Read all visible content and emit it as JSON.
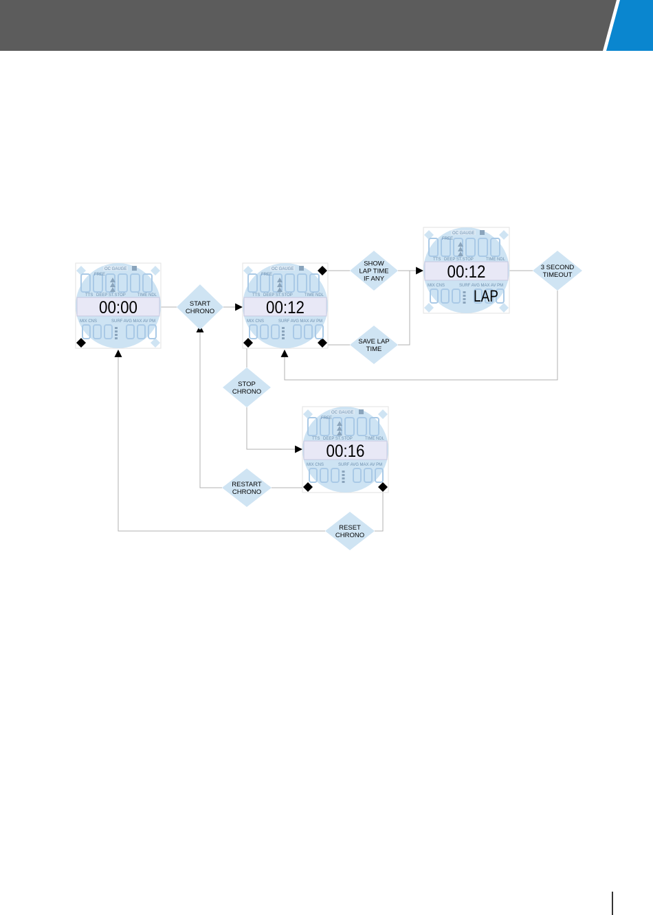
{
  "colors": {
    "header_bg": "#5c5c5c",
    "header_accent": "#0a86cf",
    "node_fill": "#cfe4f3",
    "watch_face": "#cde3f3",
    "watch_band": "#e8e8f6",
    "segment_ghost": "#a9c9e6",
    "line": "#b0b0b0",
    "text": "#000000"
  },
  "watches": [
    {
      "id": "w1",
      "time": "00:00",
      "lap": ""
    },
    {
      "id": "w2",
      "time": "00:12",
      "lap": ""
    },
    {
      "id": "w3",
      "time": "00:12",
      "lap": "LAP"
    },
    {
      "id": "w4",
      "time": "00:16",
      "lap": ""
    }
  ],
  "lcd_labels": {
    "oc_gauge": "OC GAUGE",
    "free": "FREE",
    "tts": "TTS",
    "deep_stop": "DEEP ST.STOP",
    "time_ndl": "TIME NDL",
    "mix_cns": "MIX CNS",
    "surf_max": "SURF AVG MAX AV PM"
  },
  "decisions": [
    {
      "id": "start-chrono",
      "lines": [
        "START",
        "CHRONO"
      ]
    },
    {
      "id": "show-lap-time",
      "lines": [
        "SHOW",
        "LAP TIME",
        "IF ANY"
      ]
    },
    {
      "id": "save-lap-time",
      "lines": [
        "SAVE LAP",
        "TIME"
      ]
    },
    {
      "id": "three-second-timeout",
      "lines": [
        "3 SECOND",
        "TIMEOUT"
      ]
    },
    {
      "id": "stop-chrono",
      "lines": [
        "STOP",
        "CHRONO"
      ]
    },
    {
      "id": "restart-chrono",
      "lines": [
        "RESTART",
        "CHRONO"
      ]
    },
    {
      "id": "reset-chrono",
      "lines": [
        "RESET",
        "CHRONO"
      ]
    }
  ]
}
